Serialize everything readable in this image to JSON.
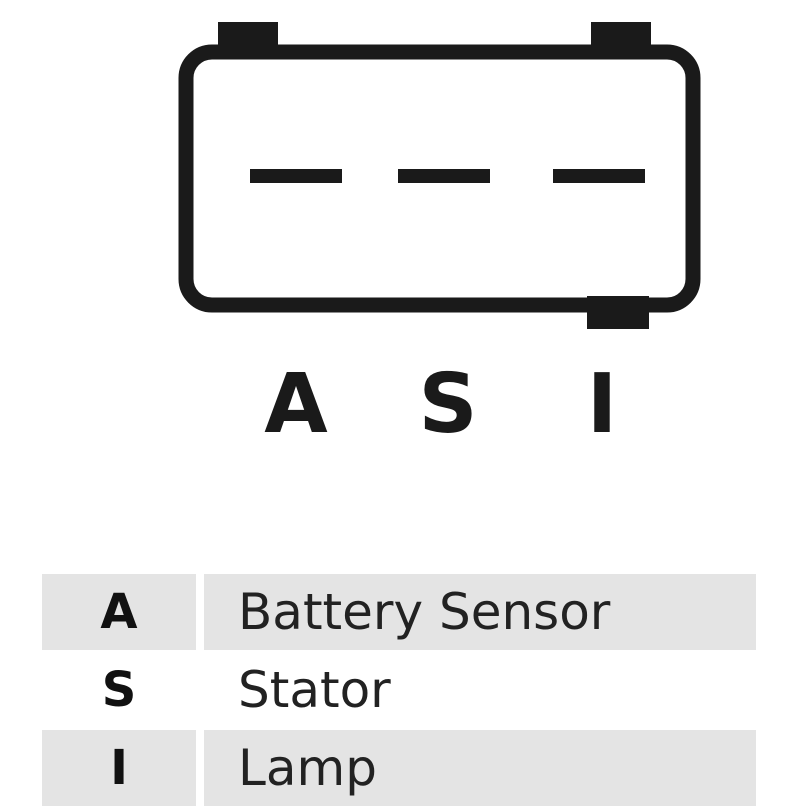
{
  "pins": [
    "A",
    "S",
    "I"
  ],
  "legend": [
    {
      "key": "A",
      "desc": "Battery Sensor",
      "shaded": true
    },
    {
      "key": "S",
      "desc": "Stator",
      "shaded": false
    },
    {
      "key": "I",
      "desc": "Lamp",
      "shaded": true
    }
  ],
  "colors": {
    "ink": "#1a1a1a",
    "row_shade": "#e4e4e4"
  }
}
